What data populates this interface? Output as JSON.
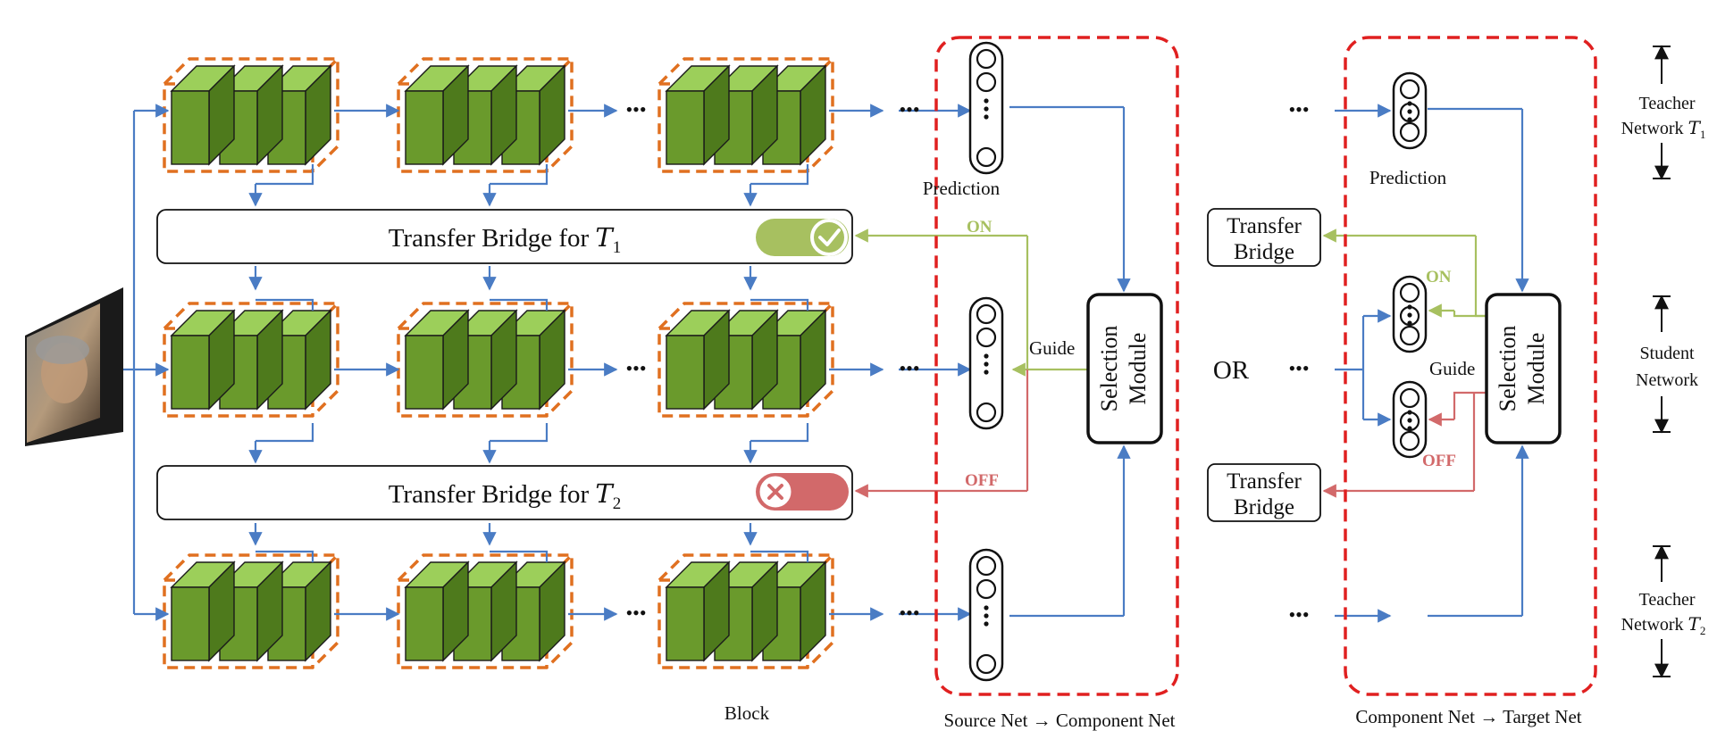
{
  "block_caption": "Block",
  "ellipsis": "•••",
  "or_text": "OR",
  "bridges": {
    "t1": {
      "label_text": "Transfer Bridge for ",
      "label_var": "T",
      "label_sub": "1",
      "switch_state": "on"
    },
    "t2": {
      "label_text": "Transfer Bridge for ",
      "label_var": "T",
      "label_sub": "2",
      "switch_state": "off"
    }
  },
  "left_panel": {
    "prediction_label": "Prediction",
    "on_label": "ON",
    "off_label": "OFF",
    "guide_label": "Guide",
    "selection_line1": "Selection",
    "selection_line2": "Module",
    "caption": "Source Net → Component Net"
  },
  "right_panel": {
    "prediction_label": "Prediction",
    "transfer_bridge_line1": "Transfer",
    "transfer_bridge_line2": "Bridge",
    "on_label": "ON",
    "off_label": "OFF",
    "guide_label": "Guide",
    "selection_line1": "Selection",
    "selection_line2": "Module",
    "caption": "Component Net → Target Net"
  },
  "side_labels": {
    "teacher1_line1": "Teacher",
    "teacher1_line2": "Network ",
    "teacher1_var": "T",
    "teacher1_sub": "1",
    "student_line1": "Student",
    "student_line2": "Network",
    "teacher2_line1": "Teacher",
    "teacher2_line2": "Network ",
    "teacher2_var": "T",
    "teacher2_sub": "2"
  },
  "colors": {
    "arrow_blue": "#4a7cc4",
    "on_green": "#a7c060",
    "off_red": "#d2696a",
    "dashed_red": "#e02020",
    "dashed_orange": "#e07020",
    "cube_front": "#6a9a2c",
    "cube_top": "#9ccf5a",
    "cube_side": "#4e7a1c"
  }
}
